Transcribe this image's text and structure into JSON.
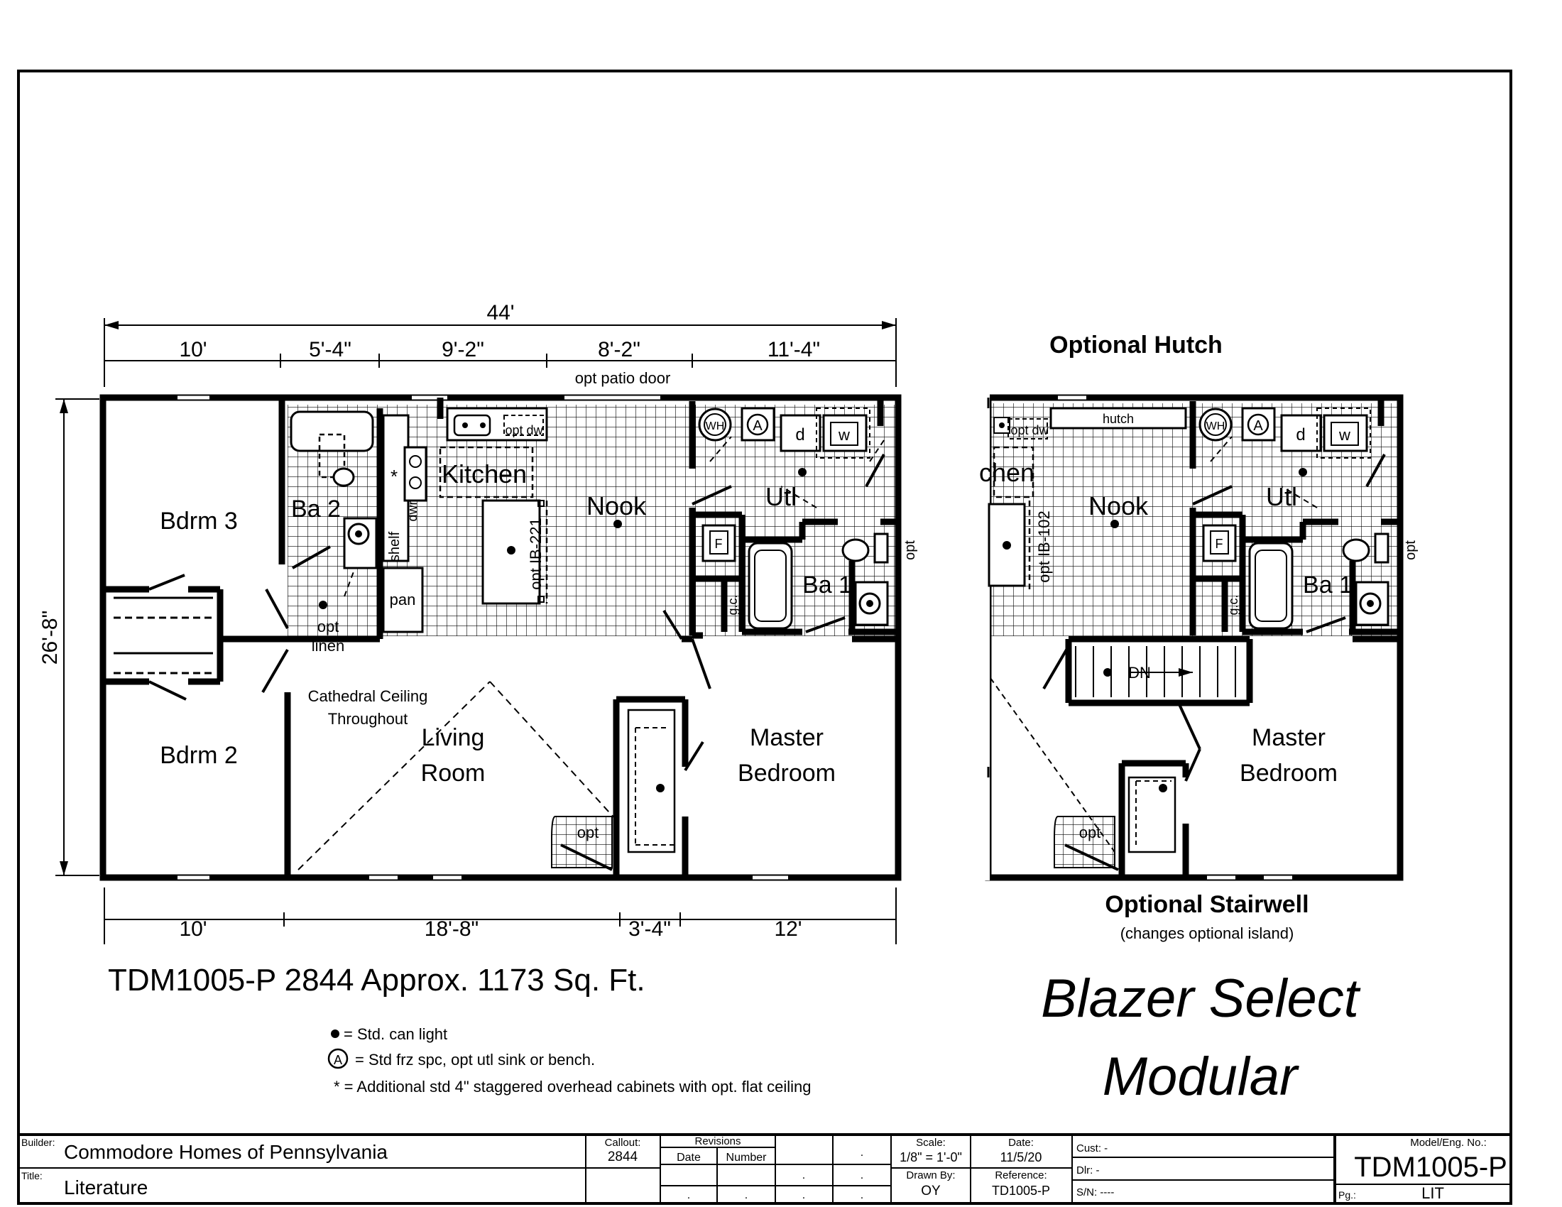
{
  "main_plan": {
    "overall_width": "44'",
    "top_dimensions": [
      "10'",
      "5'-4\"",
      "9'-2\"",
      "8'-2\"",
      "11'-4\""
    ],
    "bottom_dimensions": [
      "10'",
      "18'-8\"",
      "3'-4\"",
      "12'"
    ],
    "depth": "26'-8\"",
    "opt_patio_door": "opt patio door",
    "rooms": {
      "bdrm3": "Bdrm 3",
      "bdrm2": "Bdrm 2",
      "ba2": "Ba 2",
      "kitchen": "Kitchen",
      "nook": "Nook",
      "utl": "Utl",
      "ba1": "Ba 1",
      "living_line1": "Living",
      "living_line2": "Room",
      "master_line1": "Master",
      "master_line2": "Bedroom"
    },
    "labels": {
      "cathedral_line1": "Cathedral Ceiling",
      "cathedral_line2": "Throughout",
      "opt_dw": "opt dw",
      "wh": "WH",
      "a": "A",
      "d": "d",
      "w": "w",
      "dwr": "dwr",
      "shelf": "shelf",
      "pan": "pan",
      "opt_linen_1": "opt",
      "opt_linen_2": "linen",
      "island": "opt IB-221",
      "gc": "g.c.",
      "opt_side": "opt",
      "opt_bottom": "opt",
      "star": "*",
      "f": "F"
    }
  },
  "hutch_plan": {
    "title": "Optional Hutch",
    "subtitle": "Optional Stairwell",
    "note": "(changes optional island)",
    "labels": {
      "hutch": "hutch",
      "opt_dw": "opt dw",
      "chen": "chen",
      "nook": "Nook",
      "utl": "Utl",
      "ba1": "Ba 1",
      "island": "opt IB-102",
      "gc": "g.c.",
      "dn": "DN",
      "master_line1": "Master",
      "master_line2": "Bedroom",
      "opt_side": "opt",
      "opt_bottom": "opt",
      "wh": "WH",
      "a": "A",
      "d": "d",
      "w": "w",
      "f": "F"
    }
  },
  "model_line": "TDM1005-P 2844  Approx. 1173 Sq. Ft.",
  "legend": [
    "= Std. can light",
    "= Std frz spc, opt utl sink or bench.",
    "* = Additional std 4\" staggered overhead cabinets with opt. flat ceiling"
  ],
  "legend_symbol_a": "A",
  "brand": {
    "line1": "Blazer Select",
    "line2": "Modular"
  },
  "title_block": {
    "builder_label": "Builder:",
    "builder": "Commodore Homes of Pennsylvania",
    "title_label": "Title:",
    "title": "Literature",
    "callout_label": "Callout:",
    "callout": "2844",
    "revisions_label": "Revisions",
    "date_col": "Date",
    "number_col": "Number",
    "dot": ".",
    "scale_label": "Scale:",
    "scale": "1/8\" = 1'-0\"",
    "date_label": "Date:",
    "date": "11/5/20",
    "drawn_label": "Drawn By:",
    "drawn": "OY",
    "ref_label": "Reference:",
    "ref": "TD1005-P",
    "cust": "Cust: -",
    "dlr": "Dlr:   -",
    "sn": "S/N:  ----",
    "model_label": "Model/Eng. No.:",
    "model": "TDM1005-P",
    "pg_label": "Pg.:",
    "pg": "LIT"
  }
}
